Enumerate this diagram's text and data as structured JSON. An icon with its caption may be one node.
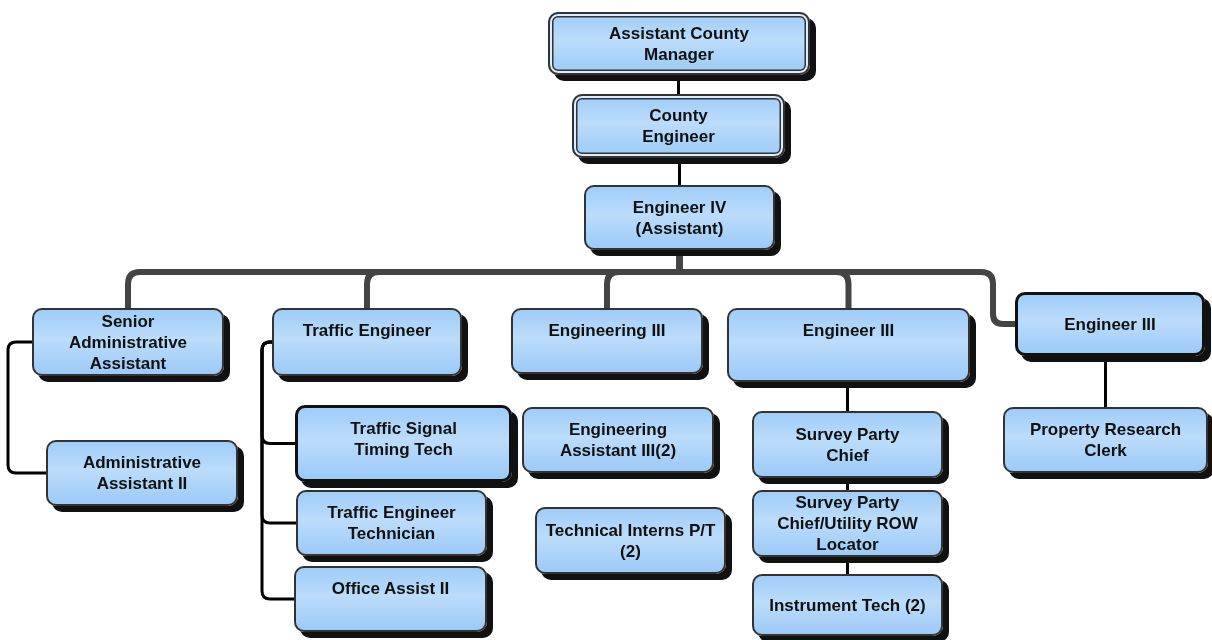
{
  "diagram": {
    "nodes": [
      {
        "text": [
          "Assistant County Manager"
        ]
      },
      {
        "text": [
          "County Engineer"
        ]
      },
      {
        "text": [
          "Engineer IV (Assistant)"
        ]
      },
      {
        "text": [
          "Senior Administrative Assistant"
        ]
      },
      {
        "text": [
          "Traffic Engineer"
        ]
      },
      {
        "text": [
          "Engineering III"
        ]
      },
      {
        "text": [
          "Engineer III"
        ]
      },
      {
        "text": [
          "Engineer III"
        ]
      },
      {
        "text": [
          "Administrative Assistant II"
        ]
      },
      {
        "text": [
          "Traffic Signal Timing Tech"
        ]
      },
      {
        "text": [
          "Traffic Engineer Technician"
        ]
      },
      {
        "text": [
          "Office Assist II"
        ]
      },
      {
        "text": [
          "Engineering Assistant III(2)"
        ]
      },
      {
        "text": [
          "Technical Interns P/T (2)"
        ]
      },
      {
        "text": [
          "Survey Party Chief"
        ]
      },
      {
        "text": [
          "Survey Party Chief/Utility ROW Locator"
        ]
      },
      {
        "text": [
          "Instrument Tech (2)"
        ]
      },
      {
        "text": [
          "Property Research Clerk"
        ]
      }
    ],
    "edges": [
      {
        "from": 0,
        "to": 1,
        "arrow": "none"
      },
      {
        "from": 1,
        "to": 2,
        "arrow": "none"
      },
      {
        "from": 2,
        "to": 3,
        "arrow": "none",
        "style": "thick",
        "color": "#444444"
      },
      {
        "from": 2,
        "to": 4,
        "arrow": "none",
        "style": "thick",
        "color": "#444444"
      },
      {
        "from": 2,
        "to": 5,
        "arrow": "none",
        "style": "thick",
        "color": "#444444"
      },
      {
        "from": 2,
        "to": 6,
        "arrow": "none",
        "style": "thick",
        "color": "#444444"
      },
      {
        "from": 2,
        "to": 7,
        "arrow": "none",
        "style": "thick",
        "color": "#444444"
      },
      {
        "from": 3,
        "to": 8,
        "arrow": "none"
      },
      {
        "from": 4,
        "to": 9,
        "arrow": "none"
      },
      {
        "from": 4,
        "to": 10,
        "arrow": "none"
      },
      {
        "from": 4,
        "to": 11,
        "arrow": "none"
      },
      {
        "from": 6,
        "to": 14,
        "arrow": "none"
      },
      {
        "from": 14,
        "to": 15,
        "arrow": "none"
      },
      {
        "from": 15,
        "to": 16,
        "arrow": "none"
      },
      {
        "from": 7,
        "to": 17,
        "arrow": "none"
      }
    ]
  }
}
